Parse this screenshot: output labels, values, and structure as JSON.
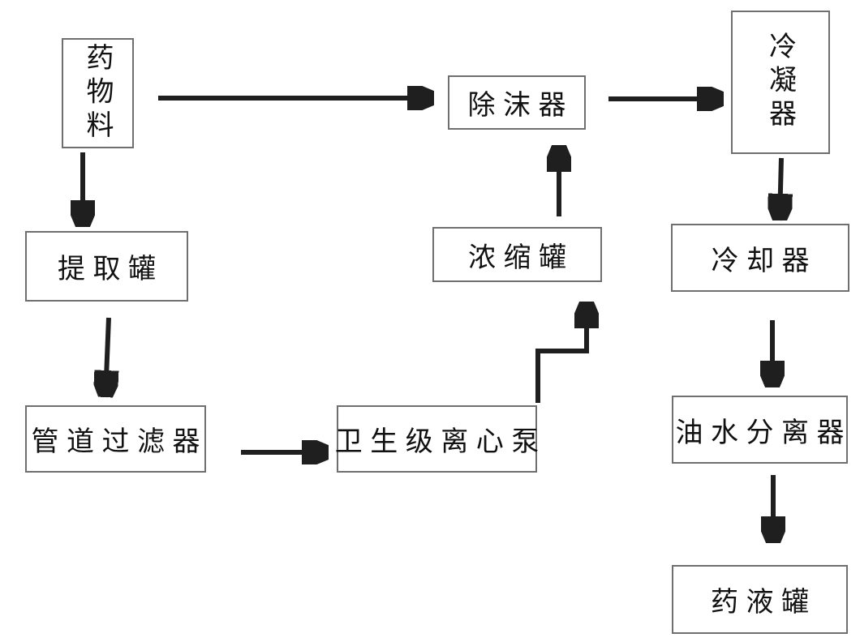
{
  "diagram": {
    "type": "flowchart",
    "nodes": [
      {
        "id": "drug-material",
        "label": "药物料",
        "orientation": "vertical"
      },
      {
        "id": "extraction-tank",
        "label": "提取罐",
        "orientation": "horizontal"
      },
      {
        "id": "pipeline-filter",
        "label": "管道过滤器",
        "orientation": "horizontal"
      },
      {
        "id": "sanitary-centrifugal-pump",
        "label": "卫生级离心泵",
        "orientation": "horizontal"
      },
      {
        "id": "concentration-tank",
        "label": "浓缩罐",
        "orientation": "horizontal"
      },
      {
        "id": "demister",
        "label": "除沫器",
        "orientation": "horizontal"
      },
      {
        "id": "condenser",
        "label": "冷凝器",
        "orientation": "vertical"
      },
      {
        "id": "cooler",
        "label": "冷却器",
        "orientation": "horizontal"
      },
      {
        "id": "oil-water-separator",
        "label": "油水分离器",
        "orientation": "horizontal"
      },
      {
        "id": "medicine-liquid-tank",
        "label": "药液罐",
        "orientation": "horizontal"
      }
    ],
    "edges": [
      {
        "from": "drug-material",
        "to": "demister",
        "shape": "straight"
      },
      {
        "from": "drug-material",
        "to": "extraction-tank",
        "shape": "straight"
      },
      {
        "from": "extraction-tank",
        "to": "pipeline-filter",
        "shape": "straight"
      },
      {
        "from": "pipeline-filter",
        "to": "sanitary-centrifugal-pump",
        "shape": "straight"
      },
      {
        "from": "sanitary-centrifugal-pump",
        "to": "concentration-tank",
        "shape": "elbow"
      },
      {
        "from": "concentration-tank",
        "to": "demister",
        "shape": "straight"
      },
      {
        "from": "demister",
        "to": "condenser",
        "shape": "straight"
      },
      {
        "from": "condenser",
        "to": "cooler",
        "shape": "straight"
      },
      {
        "from": "cooler",
        "to": "oil-water-separator",
        "shape": "straight"
      },
      {
        "from": "oil-water-separator",
        "to": "medicine-liquid-tank",
        "shape": "straight"
      }
    ],
    "colors": {
      "background": "#ffffff",
      "box_border": "#6f6f6f",
      "text": "#111111",
      "arrow": "#1f1f1f"
    }
  }
}
